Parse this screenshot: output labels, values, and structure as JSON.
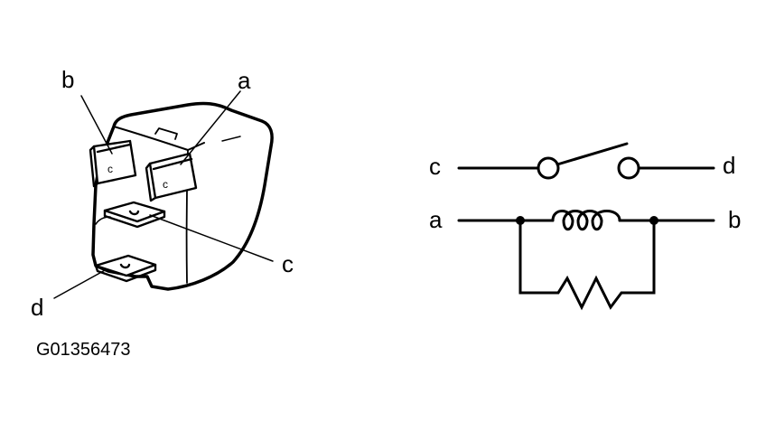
{
  "relay": {
    "labels": {
      "a": "a",
      "b": "b",
      "c": "c",
      "d": "d"
    }
  },
  "schematic": {
    "labels": {
      "c": "c",
      "d": "d",
      "a": "a",
      "b": "b"
    }
  },
  "figure_code": "G01356473",
  "colors": {
    "line": "#000000",
    "background": "#ffffff"
  }
}
